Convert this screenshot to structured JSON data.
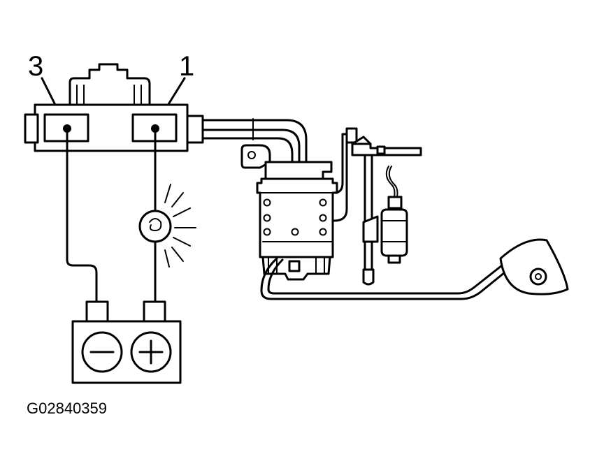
{
  "labels": {
    "terminal_left": "3",
    "terminal_right": "1",
    "figure_id": "G02840359"
  },
  "battery": {
    "negative_symbol": "−",
    "positive_symbol": "+"
  },
  "icons": {
    "test_lamp": "lit-test-lamp-icon",
    "battery": "battery-icon"
  }
}
